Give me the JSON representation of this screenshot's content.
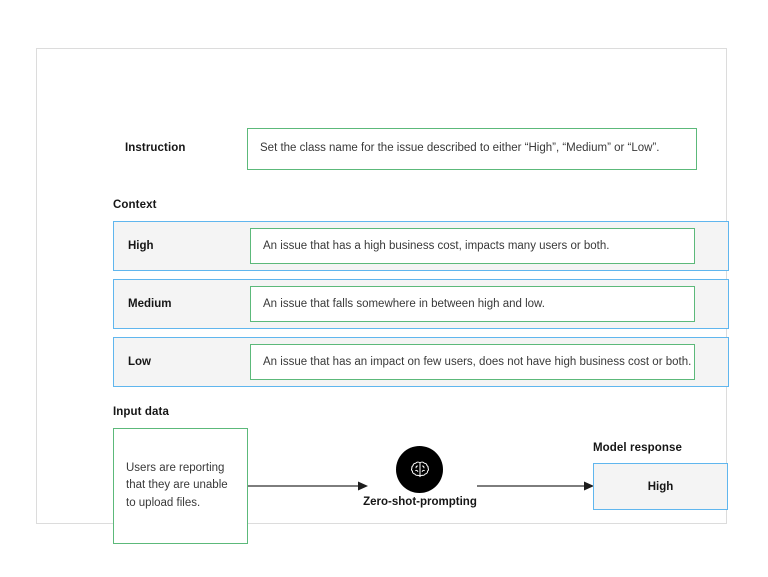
{
  "diagram": {
    "instruction": {
      "label": "Instruction",
      "text": "Set the class name for the issue described to either “High”, “Medium” or “Low”."
    },
    "context": {
      "label": "Context",
      "rows": [
        {
          "name": "High",
          "description": "An issue that has a high business cost, impacts many users or both."
        },
        {
          "name": "Medium",
          "description": "An issue that falls somewhere in between high and low."
        },
        {
          "name": "Low",
          "description": "An issue that has an impact on few users, does not have high business cost or both."
        }
      ]
    },
    "input_data": {
      "label": "Input data",
      "text": "Users are reporting that they are unable to upload files."
    },
    "model": {
      "icon": "brain-icon",
      "label": "Zero-shot-prompting"
    },
    "model_response": {
      "label": "Model response",
      "value": "High"
    },
    "colors": {
      "green_border": "#5cb97a",
      "blue_border": "#60b6ee",
      "row_fill": "#f4f4f4",
      "frame_border": "#dcdcdc",
      "arrow": "#525252",
      "node_fill": "#000000"
    }
  }
}
